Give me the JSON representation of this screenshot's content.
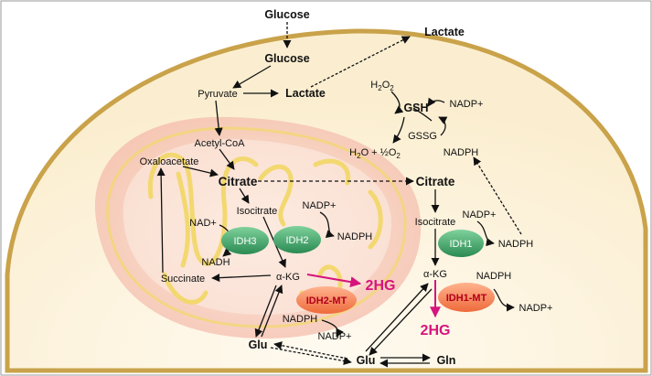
{
  "colors": {
    "cell_fill": "#fdf4dd",
    "membrane": "#c9a24a",
    "mito_fill": "#f6c4b6",
    "crista": "#f2d86a",
    "enzyme_green": "#2f8f57",
    "enzyme_orange": "#f07a4a",
    "mutant_arrow": "#d6147d"
  },
  "outside": {
    "glucose": "Glucose",
    "lactate": "Lactate"
  },
  "cytosol": {
    "glucose": "Glucose",
    "pyruvate": "Pyruvate",
    "lactate": "Lactate",
    "h2o2_main": "H",
    "h2o2_sub1": "2",
    "h2o2_mid": "O",
    "h2o2_sub2": "2",
    "gsh": "GSH",
    "gssg": "GSSG",
    "nadp_plus_gsh": "NADP+",
    "nadph_gsh": "NADPH",
    "water_main": "H",
    "water_sub": "2",
    "water_rest": "O + ½O",
    "water_sub2": "2",
    "citrate": "Citrate",
    "isocitrate": "Isocitrate",
    "nadp_plus_idh1": "NADP+",
    "nadph_idh1": "NADPH",
    "alpha_kg": "α-KG",
    "hg": "2HG",
    "nadph_mt": "NADPH",
    "nadp_plus_mt": "NADP+",
    "glu": "Glu",
    "gln": "Gln"
  },
  "mito": {
    "acetyl_coa": "Acetyl-CoA",
    "oxaloacetate": "Oxaloacetate",
    "citrate": "Citrate",
    "isocitrate": "Isocitrate",
    "nad_plus": "NAD+",
    "nadh": "NADH",
    "nadp_plus": "NADP+",
    "nadph": "NADPH",
    "alpha_kg": "α-KG",
    "succinate": "Succinate",
    "hg": "2HG",
    "nadph_mt": "NADPH",
    "nadp_plus_mt": "NADP+",
    "glu": "Glu"
  },
  "enzymes": {
    "idh3": "IDH3",
    "idh2": "IDH2",
    "idh1": "IDH1",
    "idh2_mt": "IDH2-MT",
    "idh1_mt": "IDH1-MT"
  }
}
